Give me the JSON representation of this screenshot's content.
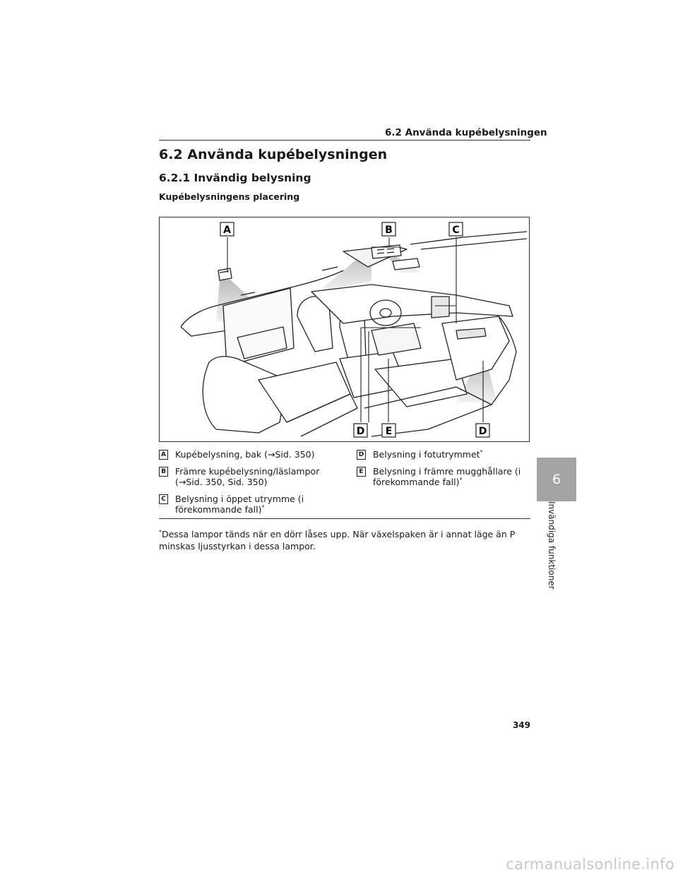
{
  "header": {
    "running_title": "6.2  Använda kupébelysningen"
  },
  "content": {
    "section_title": "6.2  Använda kupébelysningen",
    "subsection_title": "6.2.1  Invändig belysning",
    "figure_caption": "Kupébelysningens placering"
  },
  "figure": {
    "callouts": {
      "a": "A",
      "b": "B",
      "c1": "C",
      "d1": "D",
      "e": "E",
      "d2": "D"
    }
  },
  "legend": {
    "items": [
      {
        "letter": "A",
        "text": "Kupébelysning, bak (→Sid. 350)"
      },
      {
        "letter": "B",
        "text_line1": "Främre kupébelysning/läslampor",
        "text_line2": "(→Sid. 350, Sid. 350)"
      },
      {
        "letter": "C",
        "text_line1": "Belysning i öppet utrymme (i",
        "text_line2": "förekommande fall)",
        "asterisk": "*"
      },
      {
        "letter": "D",
        "text": "Belysning i fotutrymmet",
        "asterisk": "*"
      },
      {
        "letter": "E",
        "text_line1": "Belysning i främre mugghållare (i",
        "text_line2": "förekommande fall)",
        "asterisk": "*"
      }
    ]
  },
  "footnote": {
    "asterisk": "*",
    "text": "Dessa lampor tänds när en dörr låses upp. När växelspaken är i annat läge än P minskas ljusstyrkan i dessa lampor."
  },
  "side_tab": {
    "chapter_number": "6",
    "chapter_label": "Invändiga funktioner"
  },
  "page_number": "349",
  "watermark": "carmanualsonline.info"
}
